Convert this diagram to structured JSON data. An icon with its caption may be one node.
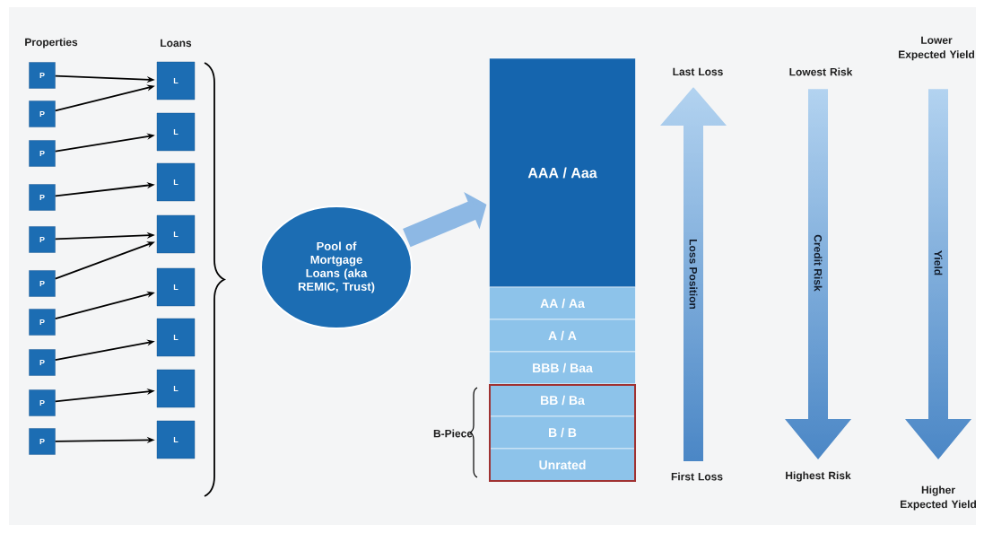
{
  "diagram": {
    "nodes": [
      {
        "text": [
          "P"
        ]
      },
      {
        "text": [
          "P"
        ]
      },
      {
        "text": [
          "P"
        ]
      },
      {
        "text": [
          "P"
        ]
      },
      {
        "text": [
          "P"
        ]
      },
      {
        "text": [
          "P"
        ]
      },
      {
        "text": [
          "P"
        ]
      },
      {
        "text": [
          "P"
        ]
      },
      {
        "text": [
          "P"
        ]
      },
      {
        "text": [
          "P"
        ]
      },
      {
        "text": [
          "L"
        ]
      },
      {
        "text": [
          "L"
        ]
      },
      {
        "text": [
          "L"
        ]
      },
      {
        "text": [
          "L"
        ]
      },
      {
        "text": [
          "L"
        ]
      },
      {
        "text": [
          "L"
        ]
      },
      {
        "text": [
          "L"
        ]
      },
      {
        "text": [
          "L"
        ]
      },
      {
        "text": [
          "Pool of Mortgage Loans (aka REMIC, Trust)"
        ]
      },
      {
        "text": [
          "AAA / Aaa"
        ]
      },
      {
        "text": [
          "AA / Aa"
        ]
      },
      {
        "text": [
          "A / A"
        ]
      },
      {
        "text": [
          "BBB / Baa"
        ]
      },
      {
        "text": [
          "BB / Ba"
        ]
      },
      {
        "text": [
          "B / B"
        ]
      },
      {
        "text": [
          "Unrated"
        ]
      },
      {
        "text": [
          "Loss Position"
        ]
      },
      {
        "text": [
          "Credit Risk"
        ]
      },
      {
        "text": [
          "Yield"
        ]
      }
    ],
    "edges": [
      {
        "from": 0,
        "to": 10,
        "arrow": "to"
      },
      {
        "from": 1,
        "to": 10,
        "arrow": "to"
      },
      {
        "from": 2,
        "to": 11,
        "arrow": "to"
      },
      {
        "from": 3,
        "to": 12,
        "arrow": "to"
      },
      {
        "from": 4,
        "to": 13,
        "arrow": "to"
      },
      {
        "from": 5,
        "to": 13,
        "arrow": "to"
      },
      {
        "from": 6,
        "to": 14,
        "arrow": "to"
      },
      {
        "from": 7,
        "to": 15,
        "arrow": "to"
      },
      {
        "from": 8,
        "to": 16,
        "arrow": "to"
      },
      {
        "from": 9,
        "to": 17,
        "arrow": "to"
      },
      {
        "from": 18,
        "to": 19,
        "arrow": "to",
        "style": "thick",
        "color": "#8db8e4"
      }
    ],
    "labels": [
      "Properties",
      "Loans",
      "Lower Expected Yield",
      "Last Loss",
      "Lowest Risk",
      "B-Piece",
      "First Loss",
      "Highest Risk",
      "Higher Expected Yield"
    ]
  }
}
